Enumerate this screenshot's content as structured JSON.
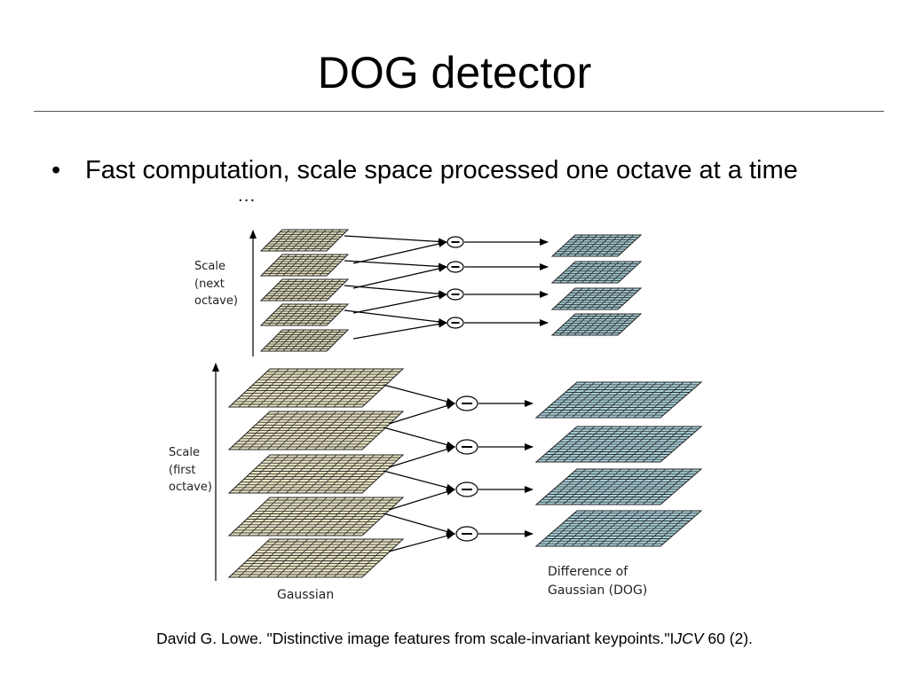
{
  "slide": {
    "title": "DOG detector",
    "bullet_marker": "•",
    "bullet": "Fast computation, scale space processed one octave at  a time",
    "ellipsis": "···"
  },
  "diagram": {
    "scale_next_label": [
      "Scale",
      "(next",
      "octave)"
    ],
    "scale_first_label": [
      "Scale",
      "(first",
      "octave)"
    ],
    "gaussian_label": "Gaussian",
    "dog_label": [
      "Difference of",
      "Gaussian (DOG)"
    ],
    "minus_symbol": "−",
    "colors": {
      "gaussian_fill": "#e9e4c2",
      "dog_fill": "#a9d3dc",
      "grid_line": "#222222",
      "arrow": "#000000"
    }
  },
  "citation": {
    "before": "David G. Lowe. \"Distinctive image features from scale-invariant keypoints.\"I",
    "journal": "JCV",
    "after": " 60 (2)."
  }
}
